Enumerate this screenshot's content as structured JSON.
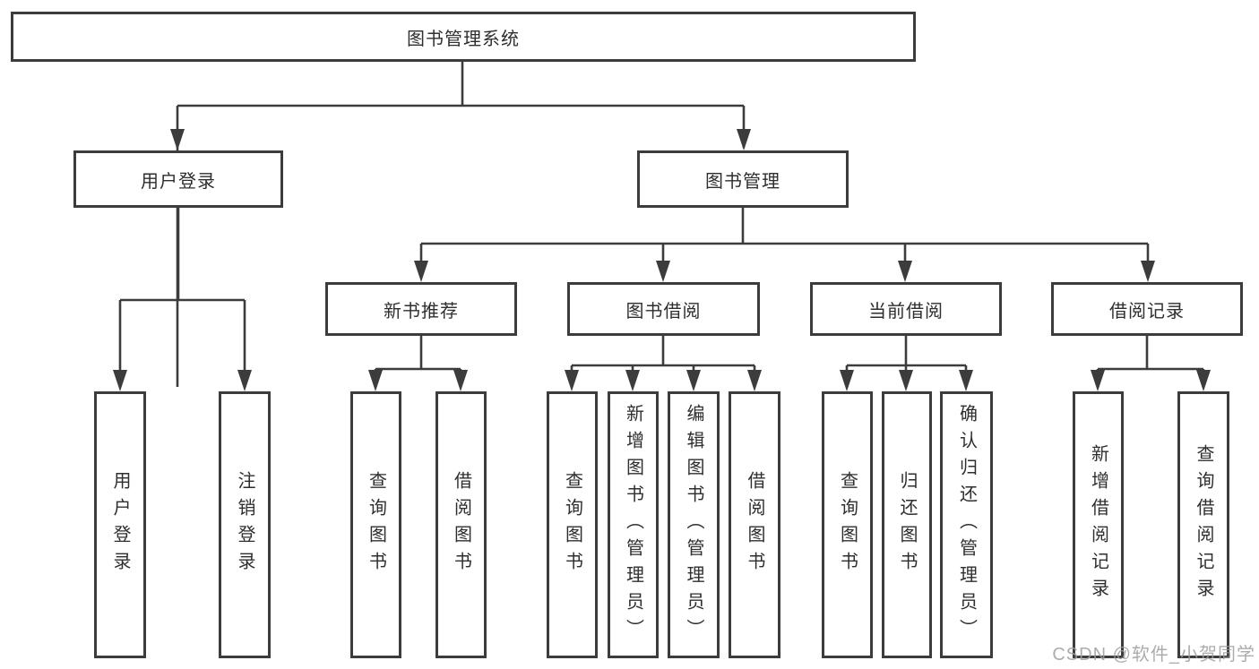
{
  "diagram": {
    "root": {
      "label": "图书管理系统"
    },
    "branches": [
      {
        "label": "用户登录",
        "children": [
          {
            "label": "用户登录"
          },
          {
            "label": "注销登录"
          }
        ]
      },
      {
        "label": "图书管理",
        "children": [
          {
            "label": "新书推荐",
            "children": [
              {
                "label": "查询图书"
              },
              {
                "label": "借阅图书"
              }
            ]
          },
          {
            "label": "图书借阅",
            "children": [
              {
                "label": "查询图书"
              },
              {
                "label": "新增图书（管理员）"
              },
              {
                "label": "编辑图书（管理员）"
              },
              {
                "label": "借阅图书"
              }
            ]
          },
          {
            "label": "当前借阅",
            "children": [
              {
                "label": "查询图书"
              },
              {
                "label": "归还图书"
              },
              {
                "label": "确认归还（管理员）"
              }
            ]
          },
          {
            "label": "借阅记录",
            "children": [
              {
                "label": "新增借阅记录"
              },
              {
                "label": "查询借阅记录"
              }
            ]
          }
        ]
      }
    ]
  },
  "watermark": "CSDN @软件_小贺同学",
  "colors": {
    "line": "#3c3c3c",
    "box_border": "#3c3c3c",
    "text": "#2e2e2e",
    "background": "#ffffff",
    "watermark": "#9e9e9e"
  }
}
